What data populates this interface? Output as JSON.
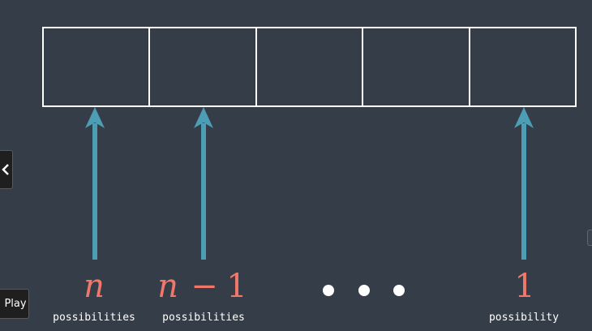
{
  "labels": {
    "first": {
      "symbol": "n",
      "caption": "possibilities"
    },
    "second": {
      "symbol_var": "n",
      "symbol_op": "−",
      "symbol_num": "1",
      "caption": "possibilities"
    },
    "last": {
      "symbol": "1",
      "caption": "possibility"
    }
  },
  "controls": {
    "play_label": "Play",
    "collapse_icon": "chevron-left-icon"
  },
  "colors": {
    "background": "#353e48",
    "box_stroke": "#ffffff",
    "arrow": "#4d9db5",
    "math": "#f0776a",
    "dots": "#ffffff"
  }
}
